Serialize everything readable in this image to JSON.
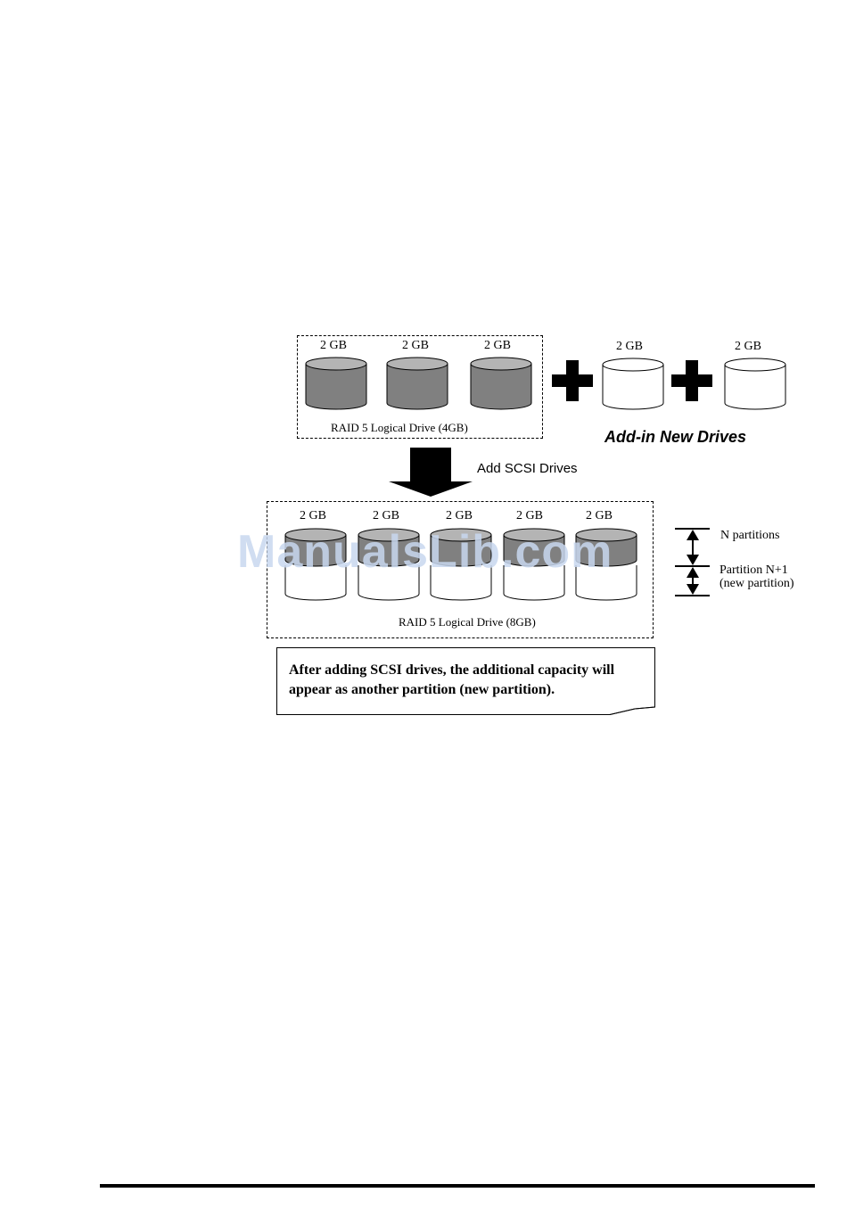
{
  "diagram": {
    "original_drives": [
      {
        "label": "2 GB",
        "state": "used"
      },
      {
        "label": "2 GB",
        "state": "used"
      },
      {
        "label": "2 GB",
        "state": "used"
      }
    ],
    "original_caption": "RAID 5 Logical Drive (4GB)",
    "new_drives": [
      {
        "label": "2 GB",
        "state": "new"
      },
      {
        "label": "2 GB",
        "state": "new"
      }
    ],
    "new_drives_caption": "Add-in New Drives",
    "action_label": "Add SCSI Drives",
    "expanded_drives": [
      {
        "label": "2 GB"
      },
      {
        "label": "2 GB"
      },
      {
        "label": "2 GB"
      },
      {
        "label": "2 GB"
      },
      {
        "label": "2 GB"
      }
    ],
    "expanded_caption": "RAID 5 Logical Drive (8GB)",
    "legend": {
      "n_partitions": "N  partitions",
      "partition_n1_line1": "Partition  N+1",
      "partition_n1_line2": "(new partition)"
    },
    "note": "After adding SCSI drives, the additional capacity will appear as another partition (new partition).",
    "colors": {
      "used_fill": "#808080",
      "used_top": "#b4b4b4",
      "new_fill": "#ffffff",
      "stroke": "#000000"
    }
  },
  "watermark": "ManualsLib.com"
}
